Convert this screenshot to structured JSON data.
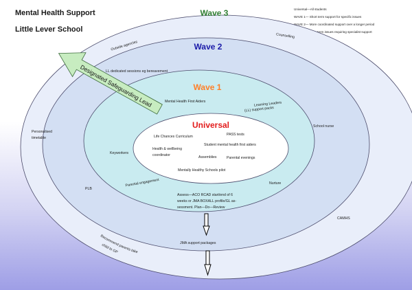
{
  "header": {
    "title_line1": "Mental Health Support",
    "title_line2": "Little Lever School"
  },
  "legend": {
    "universal": "Universal—All students",
    "wave1": "WAVE 1— Short term support for specific issues",
    "wave2": "WAVE 2— More coordinated support over a longer period",
    "wave3": "WAVE 3— Long term issues requiring specialist support"
  },
  "headings": {
    "wave3": "Wave 3",
    "wave2": "Wave 2",
    "wave1": "Wave 1",
    "universal": "Universal"
  },
  "colors": {
    "wave3": "#2e7d32",
    "wave2": "#1a1aa8",
    "wave1": "#ff7f27",
    "universal": "#e21b1b",
    "arrow_fill": "#c7ecc0"
  },
  "arrow_label": "Designated Safeguarding Lead",
  "wave3_items": {
    "outside_agencies": "Outside agencies",
    "counselling": "Counselling",
    "personalised_1": "Personalised",
    "personalised_2": "timetable",
    "school_nurse": "School nurse",
    "plb": "PLB",
    "camhs": "CAMHS",
    "recommend": "Recommend parents take",
    "child_gp": "child to GP",
    "jma": "JMA support packages"
  },
  "wave2_items": {
    "ll_dedicated": "LL dedicated sessions eg bereavement",
    "keyworkers": "Keyworkers",
    "parental_engagement": "Parental engagement",
    "nurture": "Nurture",
    "assess_1": "Assess—ACO RCAD start/end of 6",
    "assess_2": "weeks or JMA BOXALL profile/GL as-",
    "assess_3": "sessment. Plan—Do—Review"
  },
  "wave1_items": {
    "mhfa": "Mental Health First Aiders",
    "learning_leaders_1": "Learning Leaders",
    "learning_leaders_2": "(LL) support packs"
  },
  "universal_items": {
    "life_chances": "Life Chances Curriculum",
    "pass_tests": "PASS tests",
    "health_1": "Health & wellbeing",
    "health_2": "coordinator",
    "student_mhfa": "Student mental health first aiders",
    "assemblies": "Assemblies",
    "parental_evenings": "Parental evenings",
    "mhs_pilot": "Mentally Healthy Schools pilot"
  }
}
